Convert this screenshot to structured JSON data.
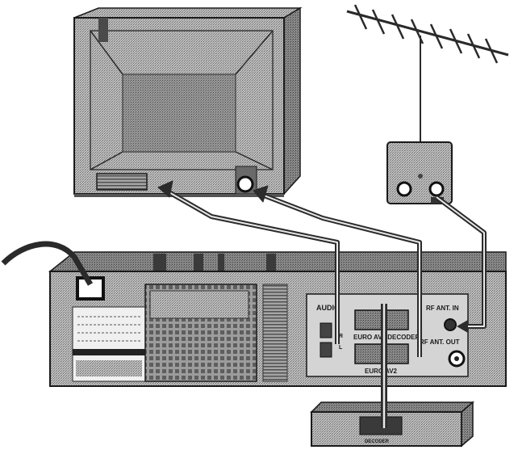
{
  "labels": {
    "audio": "AUDIO",
    "euro_av1_decoder": "EURO AV1 DECODER",
    "euro_av2": "EURO AV2",
    "rf_ant_in": "RF ANT. IN",
    "rf_ant_out": "RF ANT. OUT",
    "audio_r": "R",
    "audio_l": "L",
    "decoder_box": "DECODER"
  },
  "colors": {
    "device_fill": "#bdbdbd",
    "device_dark": "#8f8f8f",
    "device_darker": "#5a5a5a",
    "outline": "#1a1a1a",
    "cable": "#2b2b2b",
    "panel": "#d4d4d4"
  }
}
